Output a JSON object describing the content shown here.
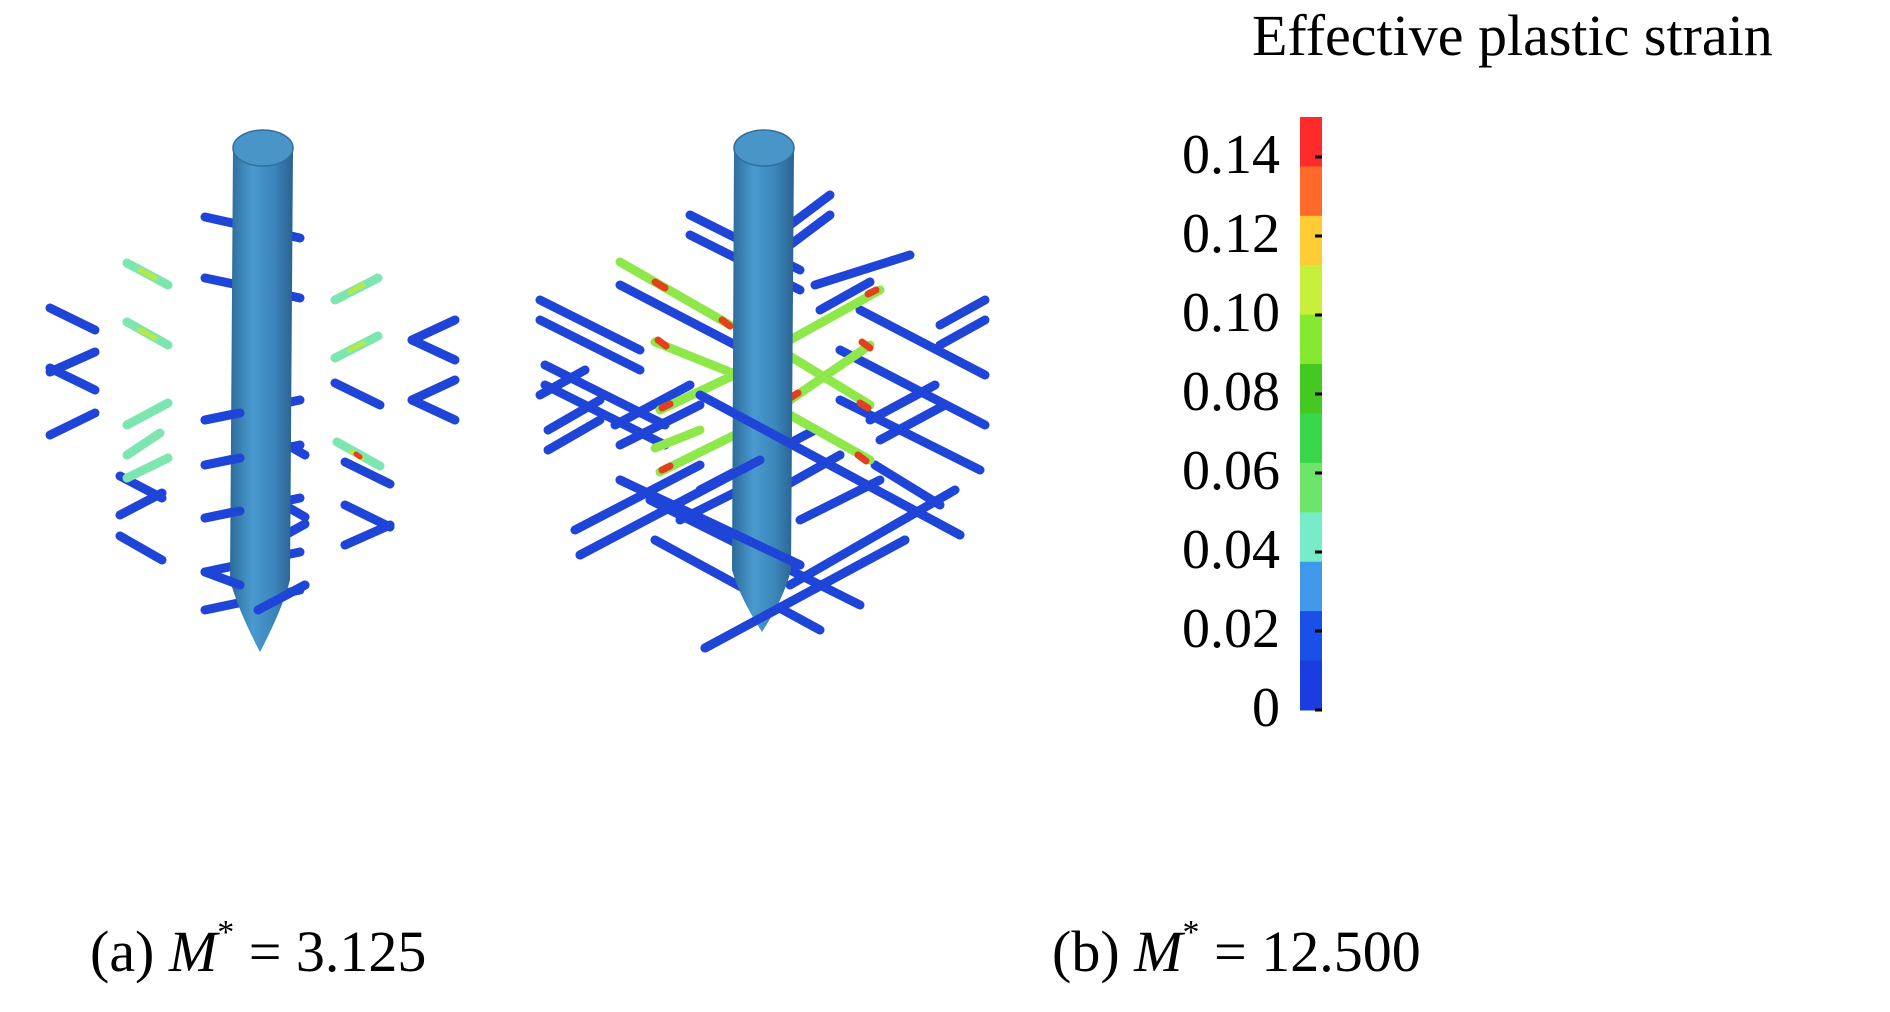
{
  "legend": {
    "title": "Effective plastic strain",
    "ticks": [
      "0.14",
      "0.12",
      "0.10",
      "0.08",
      "0.06",
      "0.04",
      "0.02",
      "0"
    ],
    "colors": [
      "#ff2a2a",
      "#ff6a2a",
      "#ffcc33",
      "#c8f03a",
      "#86e830",
      "#44c822",
      "#38d84a",
      "#6ee46a",
      "#76ecc8",
      "#3f98ea",
      "#1a4fe8",
      "#1a3ce0"
    ]
  },
  "panels": [
    {
      "prefix": "(a) ",
      "symbol": "M",
      "sup": "*",
      "relation": " = ",
      "value": "3.125"
    },
    {
      "prefix": "(b) ",
      "symbol": "M",
      "sup": "*",
      "relation": " = ",
      "value": "12.500"
    }
  ],
  "colors": {
    "pile": "#3f8fc4",
    "pile_dark": "#2f6f9e",
    "bar_low": "#1f44d8",
    "bar_mid": "#8fe84a",
    "bar_high": "#e2401e"
  }
}
